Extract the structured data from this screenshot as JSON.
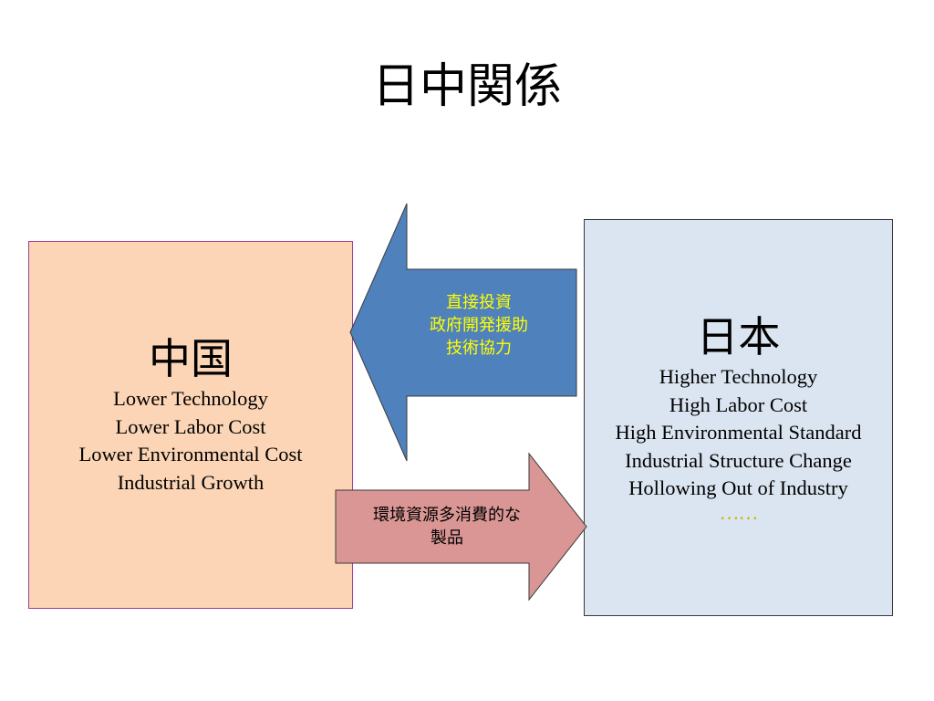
{
  "title": "日中関係",
  "china": {
    "heading": "中国",
    "lines": [
      "Lower Technology",
      "Lower Labor Cost",
      "Lower Environmental Cost",
      "Industrial Growth"
    ]
  },
  "japan": {
    "heading": "日本",
    "lines": [
      "Higher Technology",
      "High Labor Cost",
      "High Environmental Standard",
      "Industrial Structure Change",
      "Hollowing Out of Industry"
    ],
    "ellipsis": "……"
  },
  "arrow_to_china": {
    "lines": [
      "直接投資",
      "政府開発援助",
      "技術協力"
    ],
    "fill": "#4f81bd",
    "text_color": "#ffff00"
  },
  "arrow_to_japan": {
    "lines": [
      "環境資源多消費的な",
      "製品"
    ],
    "fill": "#d99694"
  }
}
